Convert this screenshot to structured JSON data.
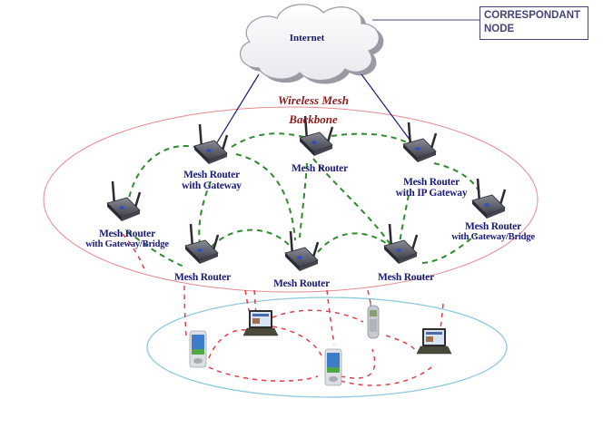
{
  "diagram": {
    "title": "Wireless Mesh Network Architecture",
    "internet_label": "Internet",
    "correspondent_node": {
      "line1": "CORRESPONDANT",
      "line2": "NODE"
    },
    "backbone_label": {
      "line1": "Wireless Mesh",
      "line2": "Backbone"
    },
    "routers": [
      {
        "id": "r1",
        "line1": "Mesh Router",
        "line2": "with Gateway",
        "uplink": true
      },
      {
        "id": "r2",
        "line1": "Mesh Router",
        "line2": ""
      },
      {
        "id": "r3",
        "line1": "Mesh Router",
        "line2": "with IP Gateway",
        "uplink": true
      },
      {
        "id": "r4",
        "line1": "Mesh Router",
        "line2": "with Gateway/Bridge"
      },
      {
        "id": "r5",
        "line1": "Mesh Router",
        "line2": "with Gateway/Bridge"
      },
      {
        "id": "r6",
        "line1": "Mesh Router",
        "line2": ""
      },
      {
        "id": "r7",
        "line1": "Mesh Router",
        "line2": ""
      },
      {
        "id": "r8",
        "line1": "Mesh Router",
        "line2": ""
      }
    ],
    "clients": [
      {
        "id": "c1",
        "type": "pda"
      },
      {
        "id": "c2",
        "type": "laptop"
      },
      {
        "id": "c3",
        "type": "pda"
      },
      {
        "id": "c4",
        "type": "cellphone"
      },
      {
        "id": "c5",
        "type": "laptop"
      }
    ],
    "colors": {
      "backbone_link": "#2e8b2e",
      "client_link": "#e0404a",
      "uplink": "#1a1a7a",
      "backbone_ellipse": "#e88a90",
      "client_ellipse": "#8cc8e0",
      "label": "#1a1a7a",
      "backbone_title": "#8b1a1a"
    }
  }
}
